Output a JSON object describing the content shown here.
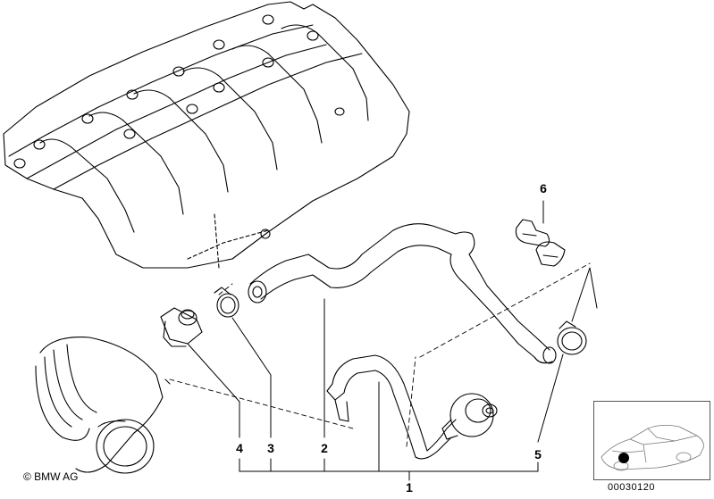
{
  "callouts": {
    "c1": "1",
    "c2": "2",
    "c3": "3",
    "c4": "4",
    "c5": "5",
    "c6": "6"
  },
  "copyright": "© BMW AG",
  "drawing_number": "00030120",
  "colors": {
    "line": "#000000",
    "background": "#ffffff",
    "marker": "#000000"
  }
}
